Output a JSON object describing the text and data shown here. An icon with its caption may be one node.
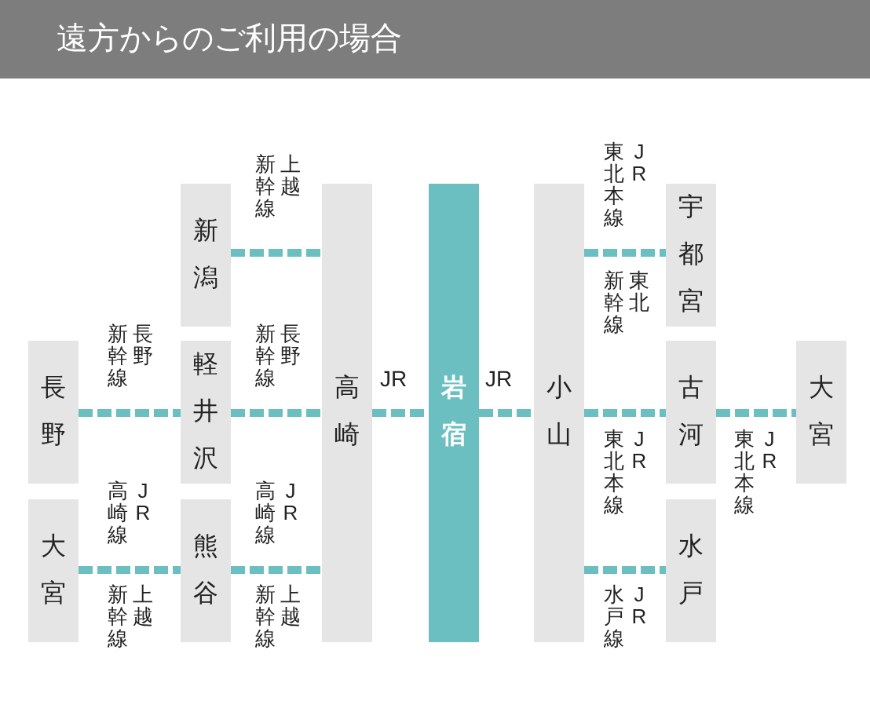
{
  "diagram": {
    "title": "遠方からのご利用の場合",
    "nodes": [
      {
        "text": [
          "新潟"
        ]
      },
      {
        "text": [
          "長野"
        ]
      },
      {
        "text": [
          "軽井沢"
        ]
      },
      {
        "text": [
          "大宮"
        ]
      },
      {
        "text": [
          "熊谷"
        ]
      },
      {
        "text": [
          "高崎"
        ]
      },
      {
        "text": [
          "岩宿"
        ]
      },
      {
        "text": [
          "小山"
        ]
      },
      {
        "text": [
          "宇都宮"
        ]
      },
      {
        "text": [
          "古河"
        ]
      },
      {
        "text": [
          "水戸"
        ]
      },
      {
        "text": [
          "大宮"
        ]
      }
    ],
    "edges": [
      {
        "from": 0,
        "to": 5,
        "arrow": "none",
        "label": "上越新幹線"
      },
      {
        "from": 1,
        "to": 2,
        "arrow": "none",
        "label": "長野新幹線"
      },
      {
        "from": 2,
        "to": 5,
        "arrow": "none",
        "label": "長野新幹線"
      },
      {
        "from": 3,
        "to": 4,
        "arrow": "none",
        "label": "JR高崎線"
      },
      {
        "from": 4,
        "to": 5,
        "arrow": "none",
        "label": "JR高崎線"
      },
      {
        "from": 5,
        "to": 6,
        "arrow": "none",
        "label": "JR"
      },
      {
        "from": 6,
        "to": 7,
        "arrow": "none",
        "label": "JR"
      },
      {
        "from": 7,
        "to": 8,
        "arrow": "none",
        "label": "JR東北本線"
      },
      {
        "from": 7,
        "to": 9,
        "arrow": "none",
        "label": "JR東北本線"
      },
      {
        "from": 9,
        "to": 11,
        "arrow": "none",
        "label": "JR東北本線"
      },
      {
        "from": 7,
        "to": 10,
        "arrow": "none",
        "label": "JR水戸線"
      }
    ],
    "labels": [
      "東北新幹線",
      "上越新幹線",
      "上越新幹線"
    ]
  }
}
